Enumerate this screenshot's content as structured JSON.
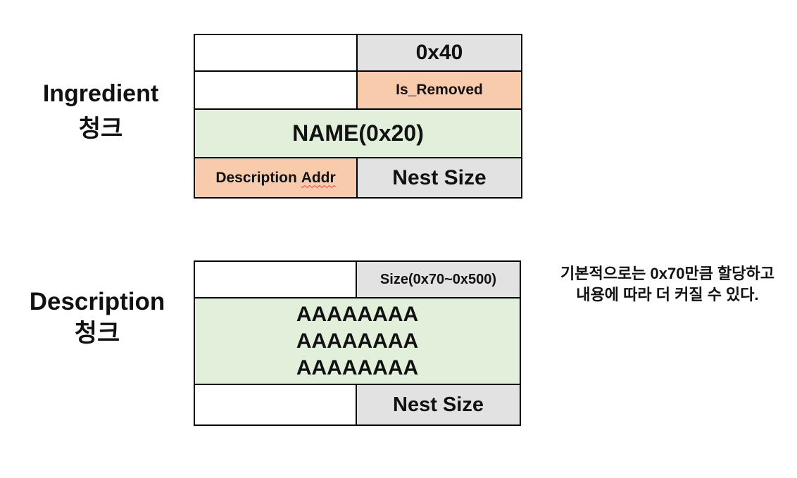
{
  "colors": {
    "background": "#ffffff",
    "grid_border": "#000000",
    "cell_grey": "#e2e2e2",
    "cell_orange": "#f8cbad",
    "cell_green": "#e2efda",
    "spellcheck_squiggle": "#ff3b30",
    "text": "#111111"
  },
  "ingredient": {
    "label_line1": "Ingredient",
    "label_line2": "청크",
    "table": {
      "row1": {
        "left": "",
        "right": "0x40"
      },
      "row2": {
        "left": "",
        "right": "Is_Removed"
      },
      "row3": {
        "full": "NAME(0x20)"
      },
      "row4": {
        "left_word1": "Description",
        "left_word2": "Addr",
        "right": "Nest Size"
      }
    }
  },
  "description": {
    "label_line1": "Description",
    "label_line2": "청크",
    "table": {
      "row1": {
        "left": "",
        "right": "Size(0x70~0x500)"
      },
      "row2_lines": [
        "AAAAAAAA",
        "AAAAAAAA",
        "AAAAAAAA"
      ],
      "row3": {
        "left": "",
        "right": "Nest Size"
      }
    }
  },
  "annotation": {
    "line1": "기본적으로는 0x70만큼 할당하고",
    "line2": "내용에 따라 더 커질 수 있다."
  }
}
